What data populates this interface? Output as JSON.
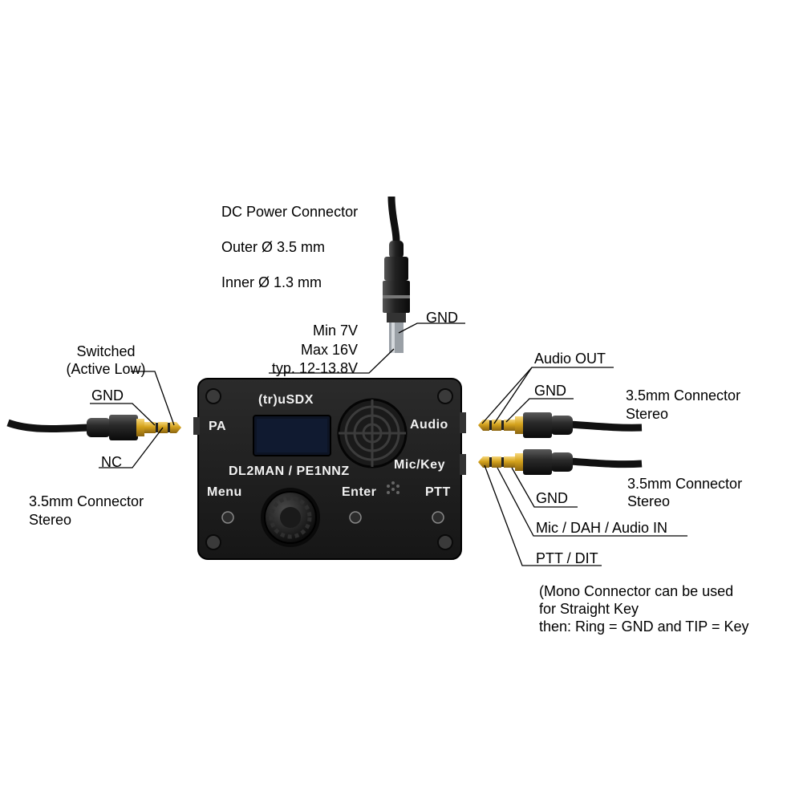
{
  "device": {
    "name": "(tr)uSDX",
    "callsigns": "DL2MAN / PE1NNZ",
    "port_pa": "PA",
    "port_audio": "Audio",
    "port_mickey": "Mic/Key",
    "button_menu": "Menu",
    "button_enter": "Enter",
    "button_ptt": "PTT"
  },
  "power": {
    "title": "DC Power Connector",
    "outer": "Outer Ø 3.5 mm",
    "inner": "Inner Ø 1.3 mm",
    "gnd": "GND",
    "min": "Min 7V",
    "max": "Max 16V",
    "typ": "typ. 12-13.8V"
  },
  "pa_connector": {
    "switched_line1": "Switched",
    "switched_line2": "(Active Low)",
    "gnd": "GND",
    "nc": "NC",
    "type_line1": "3.5mm Connector",
    "type_line2": "Stereo"
  },
  "audio_connector": {
    "audio_out": "Audio OUT",
    "gnd": "GND",
    "type_line1": "3.5mm Connector",
    "type_line2": "Stereo"
  },
  "mic_connector": {
    "gnd": "GND",
    "mic": "Mic / DAH / Audio IN",
    "ptt": "PTT / DIT",
    "type_line1": "3.5mm Connector",
    "type_line2": "Stereo",
    "note_line1": "(Mono Connector can be used",
    "note_line2": "for Straight Key",
    "note_line3": "then: Ring = GND and TIP = Key"
  },
  "colors": {
    "enclosure": "#1c1c1c",
    "gold_plug": "#d4a21c",
    "cable": "#111111",
    "display": "#0d1424"
  }
}
